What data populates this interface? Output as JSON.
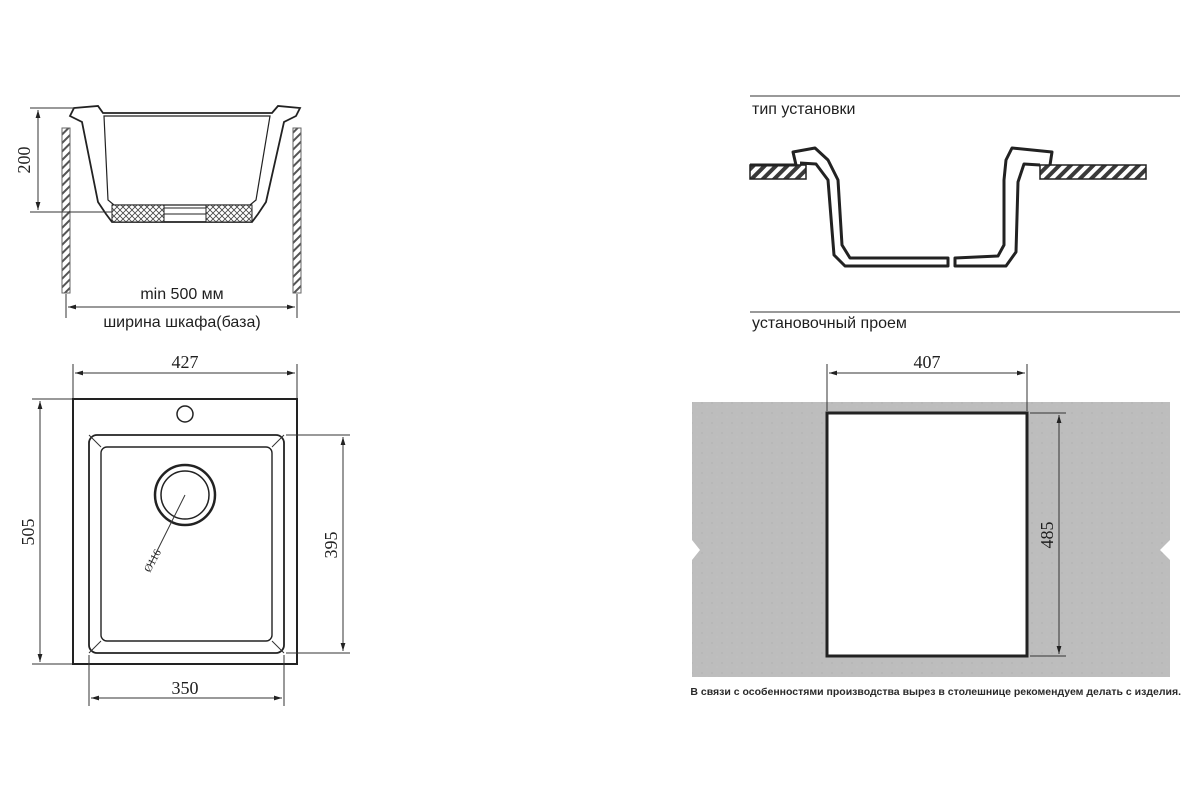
{
  "side_view": {
    "height_label": "200",
    "min_width_label": "min 500 мм",
    "cabinet_label": "ширина шкафа(база)"
  },
  "top_view": {
    "overall_width": "427",
    "overall_depth": "505",
    "bowl_width": "350",
    "bowl_depth": "395",
    "drain_label": "Ø116"
  },
  "install": {
    "type_title": "тип установки",
    "opening_title": "установочный проем",
    "cut_width": "407",
    "cut_depth": "485",
    "note": "В связи с особенностями производства вырез в столешнице рекомендуем делать с изделия."
  },
  "colors": {
    "line": "#222222",
    "countertop": "#b9b9b9",
    "hatch": "#444444"
  }
}
